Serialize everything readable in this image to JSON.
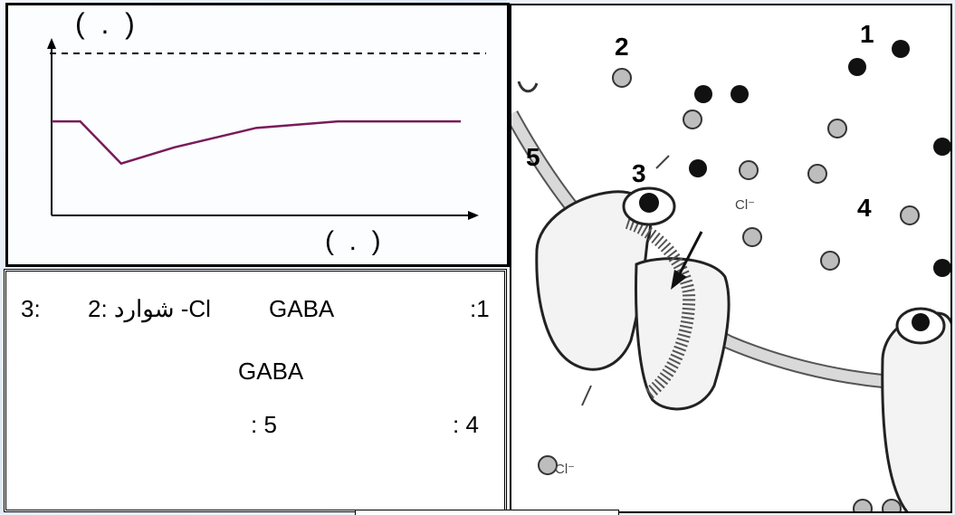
{
  "graph": {
    "y_axis_label": "(  .  )",
    "x_axis_label": "(  .  )"
  },
  "chart_data": {
    "type": "line",
    "title": "",
    "xlabel": "(  .  )",
    "ylabel": "(  .  )",
    "reference_line": "dashed",
    "series": [
      {
        "x": [
          0,
          0.07,
          0.17,
          0.3,
          0.5,
          0.7,
          1.0
        ],
        "y": [
          0.58,
          0.58,
          0.32,
          0.42,
          0.54,
          0.58,
          0.58
        ]
      }
    ]
  },
  "legend": {
    "line1_item1": ":1",
    "line1_item2": "GABA",
    "line1_item3": "2: شوارد -Cl",
    "line1_item4": "3:",
    "line2": "GABA",
    "line3_item1": ": 4",
    "line3_item2": ": 5"
  },
  "diagram": {
    "labels": [
      "1",
      "2",
      "3",
      "4",
      "5"
    ],
    "ion_label": "Cl⁻",
    "colors": {
      "dark_molecule": "#111111",
      "light_molecule": "#bdbdbd"
    }
  }
}
